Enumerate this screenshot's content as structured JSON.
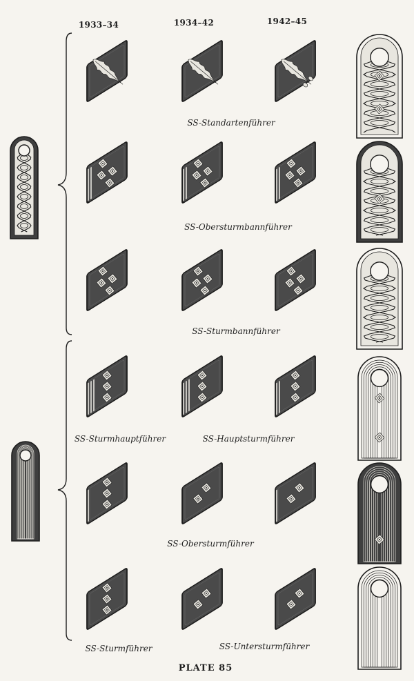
{
  "columns": [
    "1933–34",
    "1934–42",
    "1942–45"
  ],
  "ranks": {
    "standartenfuehrer": "SS-Standartenführer",
    "obersturmbannfuehrer": "SS-Obersturmbannführer",
    "sturmbannfuehrer": "SS-Sturmbannführer",
    "sturmhauptfuehrer": "SS-Sturmhauptführer",
    "hauptsturmfuehrer": "SS-Hauptsturmführer",
    "obersturmfuehrer": "SS-Obersturmführer",
    "sturmfuehrer": "SS-Sturmführer",
    "untersturmfuehrer": "SS-Untersturmführer"
  },
  "plate_title": "PLATE 85",
  "rows": [
    {
      "rank": "SS-Standartenführer",
      "emblem": "oak-leaf",
      "pips": [
        0,
        0,
        0
      ],
      "stripes": [
        0,
        0,
        0
      ],
      "shoulder_board": "braided-with-2-pips"
    },
    {
      "rank": "SS-Obersturmbannführer",
      "emblem": "pips",
      "pips": [
        4,
        4,
        4
      ],
      "stripes": [
        2,
        2,
        2
      ],
      "shoulder_board": "braided-with-1-pip"
    },
    {
      "rank": "SS-Sturmbannführer",
      "emblem": "pips",
      "pips": [
        4,
        4,
        4
      ],
      "stripes": [
        0,
        0,
        0
      ],
      "shoulder_board": "braided-plain"
    },
    {
      "rank": "SS-Sturmhauptführer / SS-Hauptsturmführer",
      "emblem": "pips",
      "pips": [
        3,
        3,
        3
      ],
      "stripes": [
        3,
        3,
        2
      ],
      "shoulder_board": "corded-with-2-pips"
    },
    {
      "rank": "SS-Obersturmführer",
      "emblem": "pips",
      "pips": [
        3,
        2,
        2
      ],
      "stripes": [
        1,
        0,
        1
      ],
      "shoulder_board": "corded-with-1-pip"
    },
    {
      "rank": "SS-Sturmführer / SS-Untersturmführer",
      "emblem": "pips",
      "pips": [
        3,
        2,
        2
      ],
      "stripes": [
        0,
        0,
        0
      ],
      "shoulder_board": "corded-plain"
    }
  ],
  "colors": {
    "patch": "#4a4a4a",
    "border": "#1c1c1c",
    "silver": "#e8e6df",
    "paper": "#f6f4ef",
    "ink": "#1f1f1f"
  },
  "left_boards": [
    "braided-field-officer",
    "corded-junior-officer"
  ]
}
